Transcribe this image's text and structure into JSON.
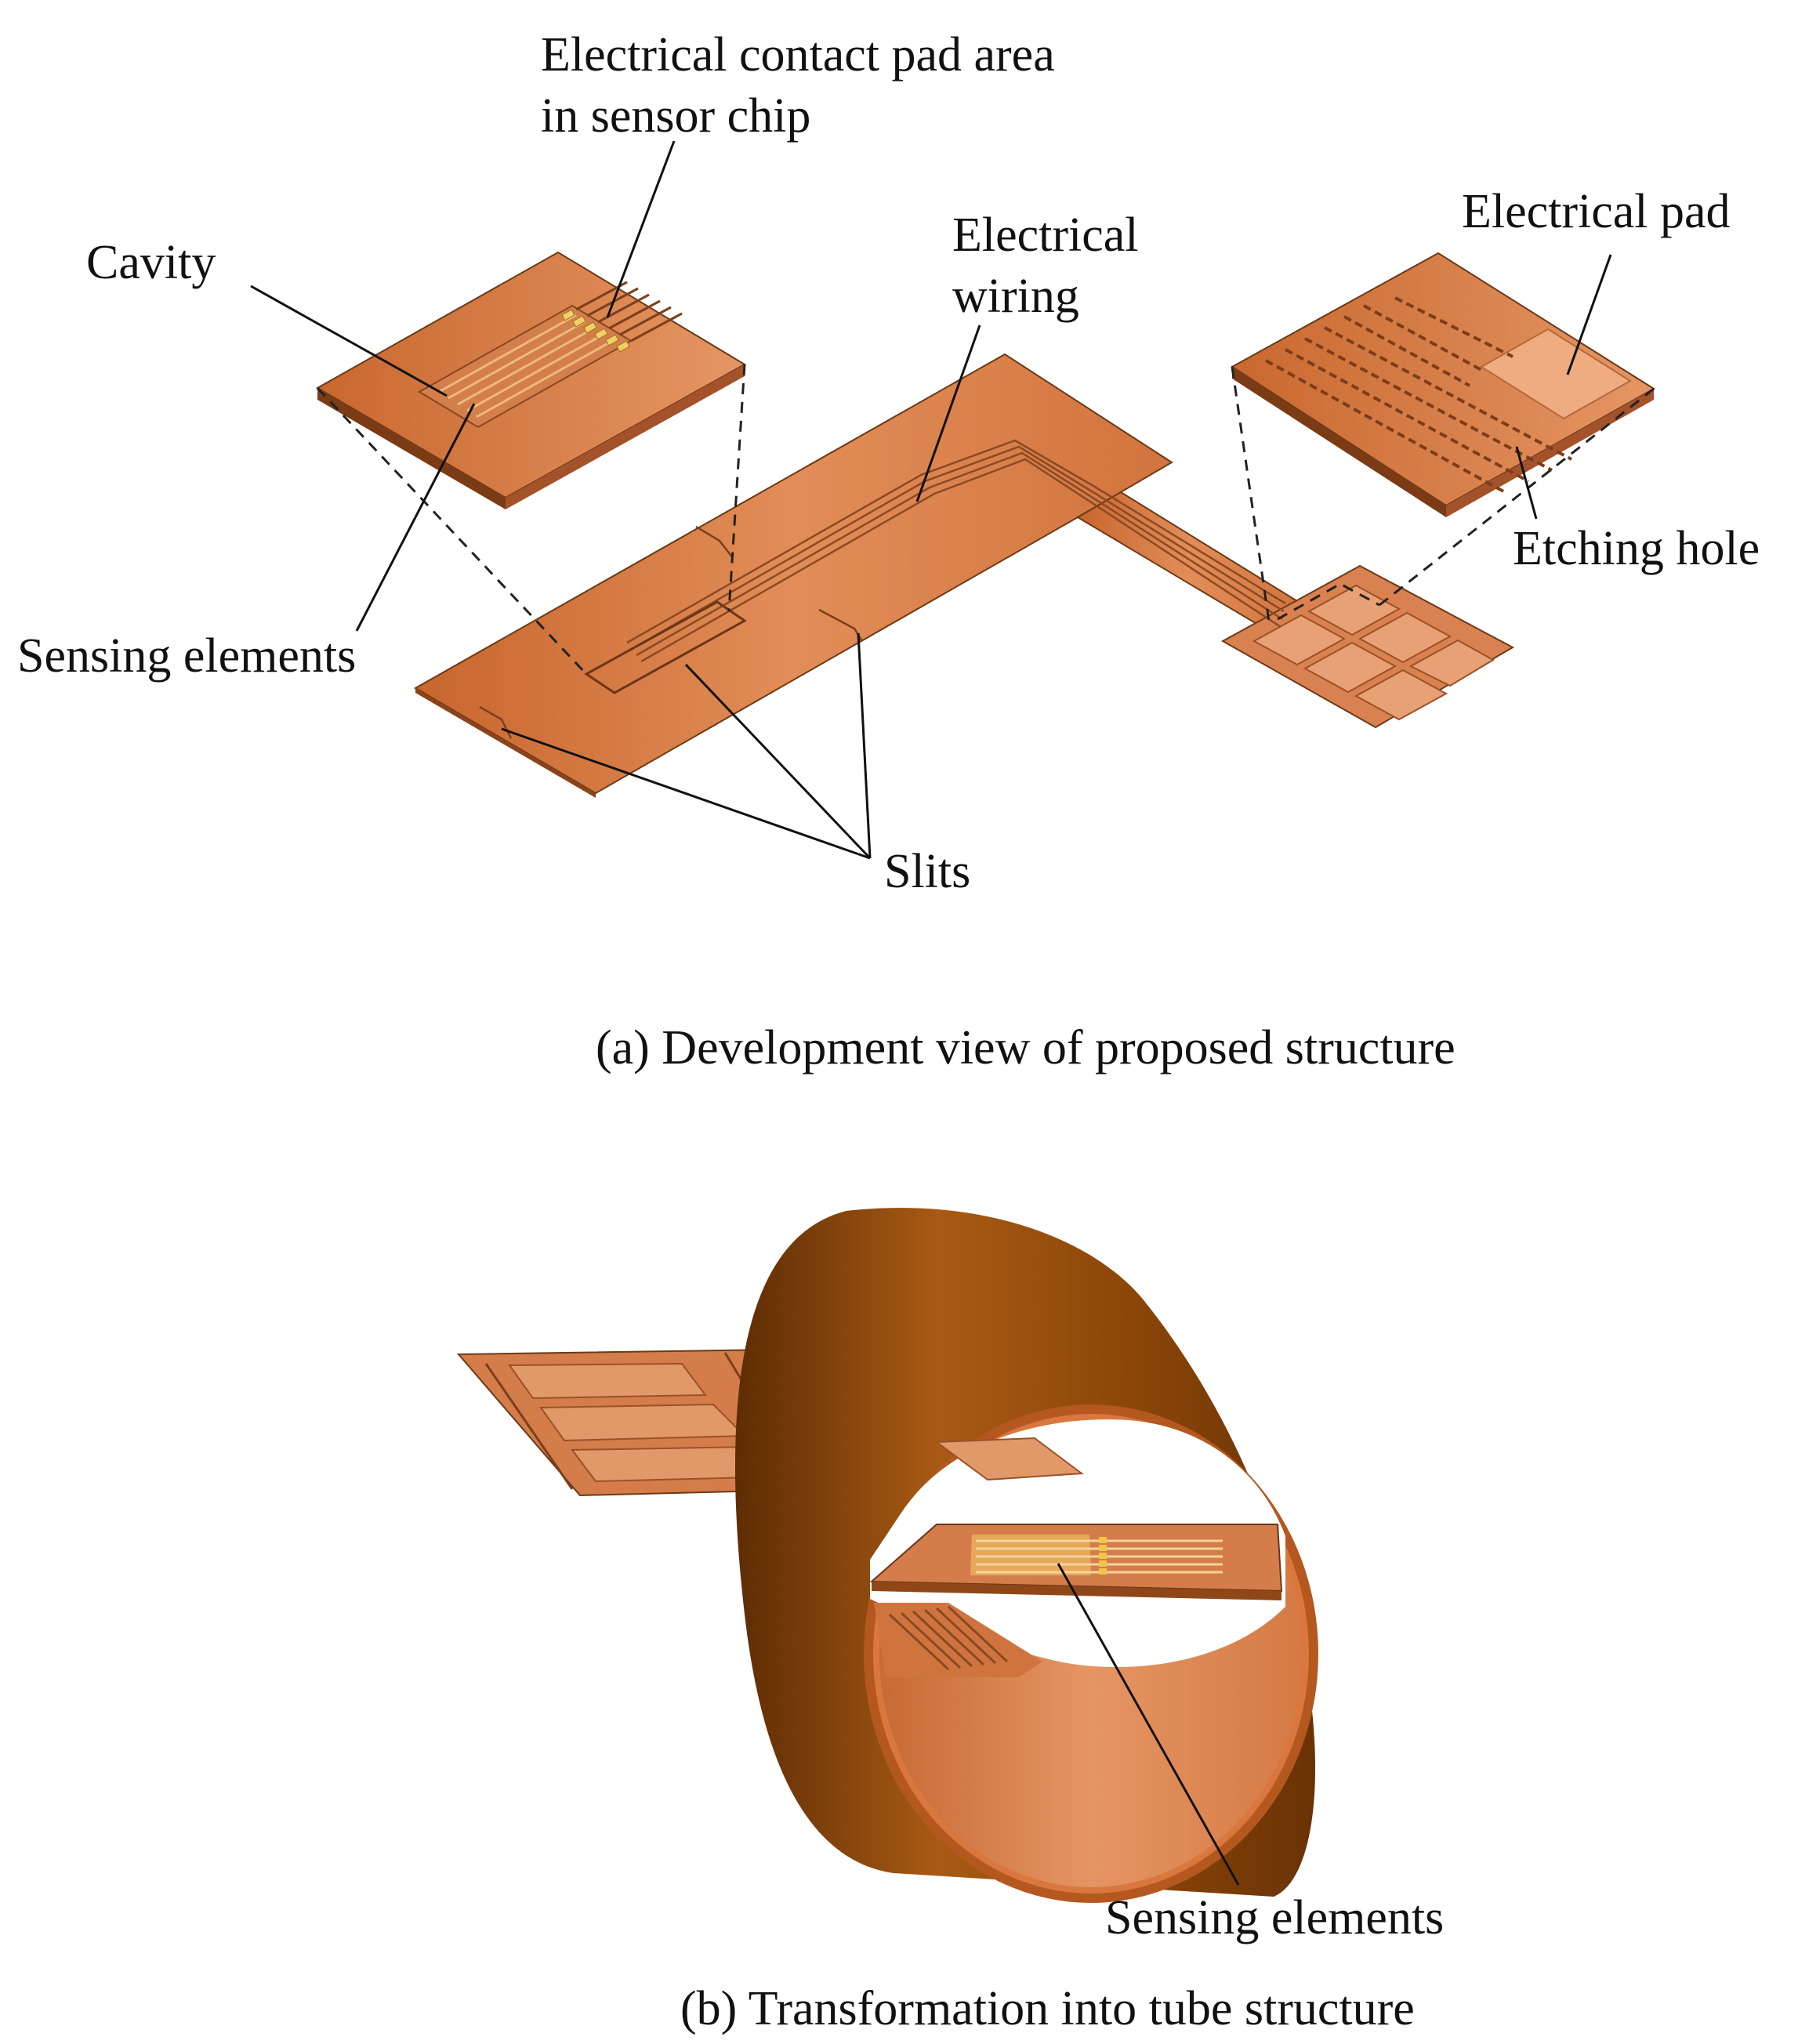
{
  "figure": {
    "panel_a": {
      "labels": {
        "contact_pad_line1": "Electrical contact pad area",
        "contact_pad_line2": "in sensor chip",
        "cavity": "Cavity",
        "wiring_line1": "Electrical",
        "wiring_line2": "wiring",
        "electrical_pad": "Electrical pad",
        "etching_hole": "Etching hole",
        "sensing_elements": "Sensing elements",
        "slits": "Slits"
      },
      "caption": "(a) Development view of proposed structure"
    },
    "panel_b": {
      "labels": {
        "sensing_elements": "Sensing elements"
      },
      "caption": "(b) Transformation into tube structure"
    },
    "colors": {
      "copper_light": "#e08a55",
      "copper_mid": "#d27540",
      "copper_dark": "#a8582a",
      "tube_dark": "#7a3c08",
      "gold": "#e8b84a"
    }
  }
}
